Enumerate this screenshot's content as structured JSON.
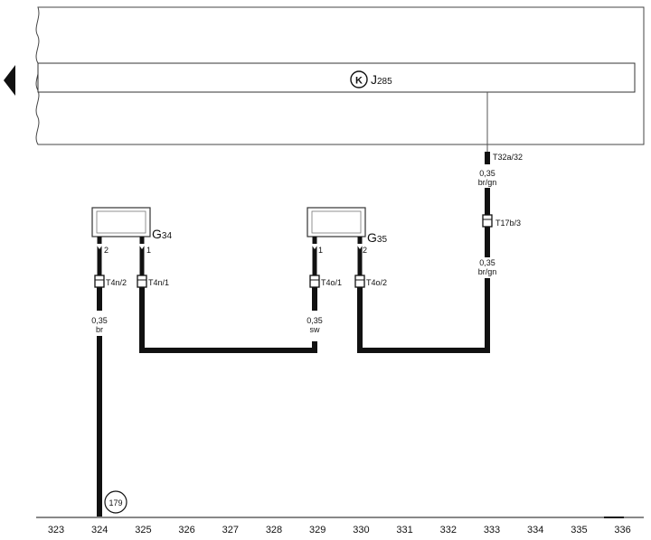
{
  "control_unit": {
    "symbol": "K",
    "name": "J",
    "index": "285"
  },
  "connectors": {
    "t32a": "T32a/32",
    "t17b": "T17b/3",
    "t4n2": "T4n/2",
    "t4n1": "T4n/1",
    "t4o1": "T4o/1",
    "t4o2": "T4o/2"
  },
  "wires": {
    "j285_upper": {
      "size": "0,35",
      "color": "br/gn"
    },
    "j285_lower": {
      "size": "0,35",
      "color": "br/gn"
    },
    "g34_pin2": {
      "size": "0,35",
      "color": "br"
    },
    "g35_pin1": {
      "size": "0,35",
      "color": "sw"
    }
  },
  "sensors": {
    "g34": {
      "name": "G",
      "index": "34",
      "pin_left": "2",
      "pin_right": "1"
    },
    "g35": {
      "name": "G",
      "index": "35",
      "pin_left": "1",
      "pin_right": "2"
    }
  },
  "ground_ref": "179",
  "ruler": [
    "323",
    "324",
    "325",
    "326",
    "327",
    "328",
    "329",
    "330",
    "331",
    "332",
    "333",
    "334",
    "335",
    "336"
  ]
}
